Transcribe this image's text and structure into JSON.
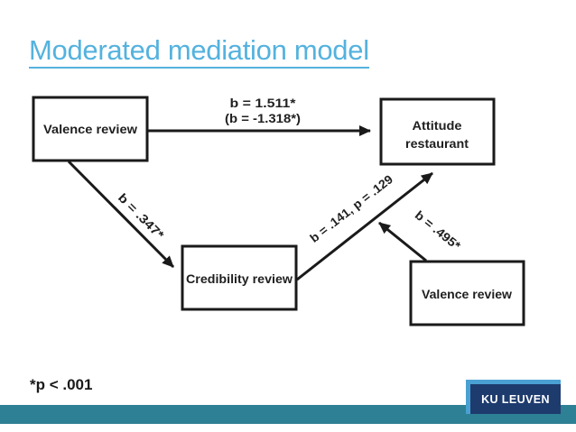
{
  "slide": {
    "title": "Moderated mediation model",
    "footnote": "*p < .001"
  },
  "diagram": {
    "boxes": [
      {
        "id": "valence-review-predictor",
        "label": "Valence review"
      },
      {
        "id": "attitude-restaurant",
        "line1": "Attitude",
        "line2": "restaurant"
      },
      {
        "id": "credibility-review-mediator",
        "label": "Credibility review"
      },
      {
        "id": "valence-review-moderator",
        "label": "Valence review"
      }
    ],
    "labels": {
      "direct_line1": "b = 1.511*",
      "direct_line2": "(b = -1.318*)",
      "a_path": "b = .347*",
      "b_path": "b = .141, p = .129",
      "moderation": "b = .495*"
    }
  },
  "logo": {
    "text": "KU LEUVEN"
  },
  "colors": {
    "title_blue": "#54b2de",
    "teal_band": "#2e8094",
    "logo_navy": "#1e3b6e",
    "logo_light_blue": "#4aa0d2",
    "diagram_ink": "#1a1a1a"
  }
}
